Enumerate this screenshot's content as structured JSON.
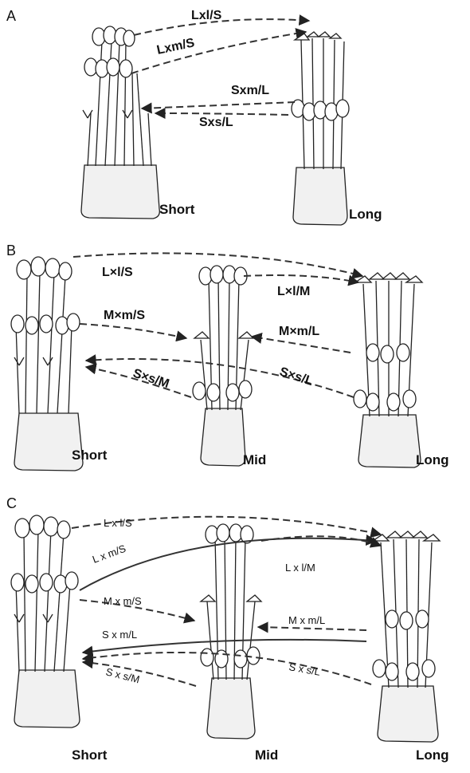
{
  "colors": {
    "ink": "#222222",
    "background": "#ffffff"
  },
  "panels": [
    {
      "letter": "A",
      "morphs": [
        "Short",
        "Long"
      ],
      "crosses": [
        "Lxl/S",
        "Lxm/S",
        "Sxm/L",
        "Sxs/L"
      ]
    },
    {
      "letter": "B",
      "morphs": [
        "Short",
        "Mid",
        "Long"
      ],
      "crosses": [
        "L×l/S",
        "L×l/M",
        "M×m/S",
        "M×m/L",
        "S×s/M",
        "S×s/L"
      ]
    },
    {
      "letter": "C",
      "morphs": [
        "Short",
        "Mid",
        "Long"
      ],
      "crosses": [
        "L x l/S",
        "L x m/S",
        "L x l/M",
        "M x m/S",
        "M x m/L",
        "S x m/L",
        "S x s/L",
        "S x s/M"
      ]
    }
  ]
}
